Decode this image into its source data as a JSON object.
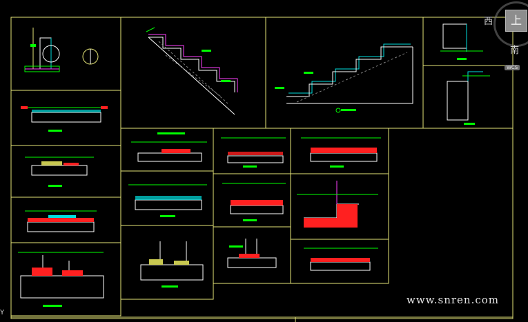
{
  "viewcube": {
    "top_label": "上",
    "west_label": "西",
    "south_label": "南",
    "wcs_label": "WCS"
  },
  "axis": {
    "y_label": "Y"
  },
  "watermark": "www.snren.com",
  "colors": {
    "background": "#000000",
    "frame": "#e6e678",
    "line": "#e6e678",
    "annotation": "#00ff00",
    "detail_white": "#ffffff",
    "section_red": "#ff2020",
    "accent_magenta": "#ff40ff",
    "accent_cyan": "#00e0e0"
  }
}
